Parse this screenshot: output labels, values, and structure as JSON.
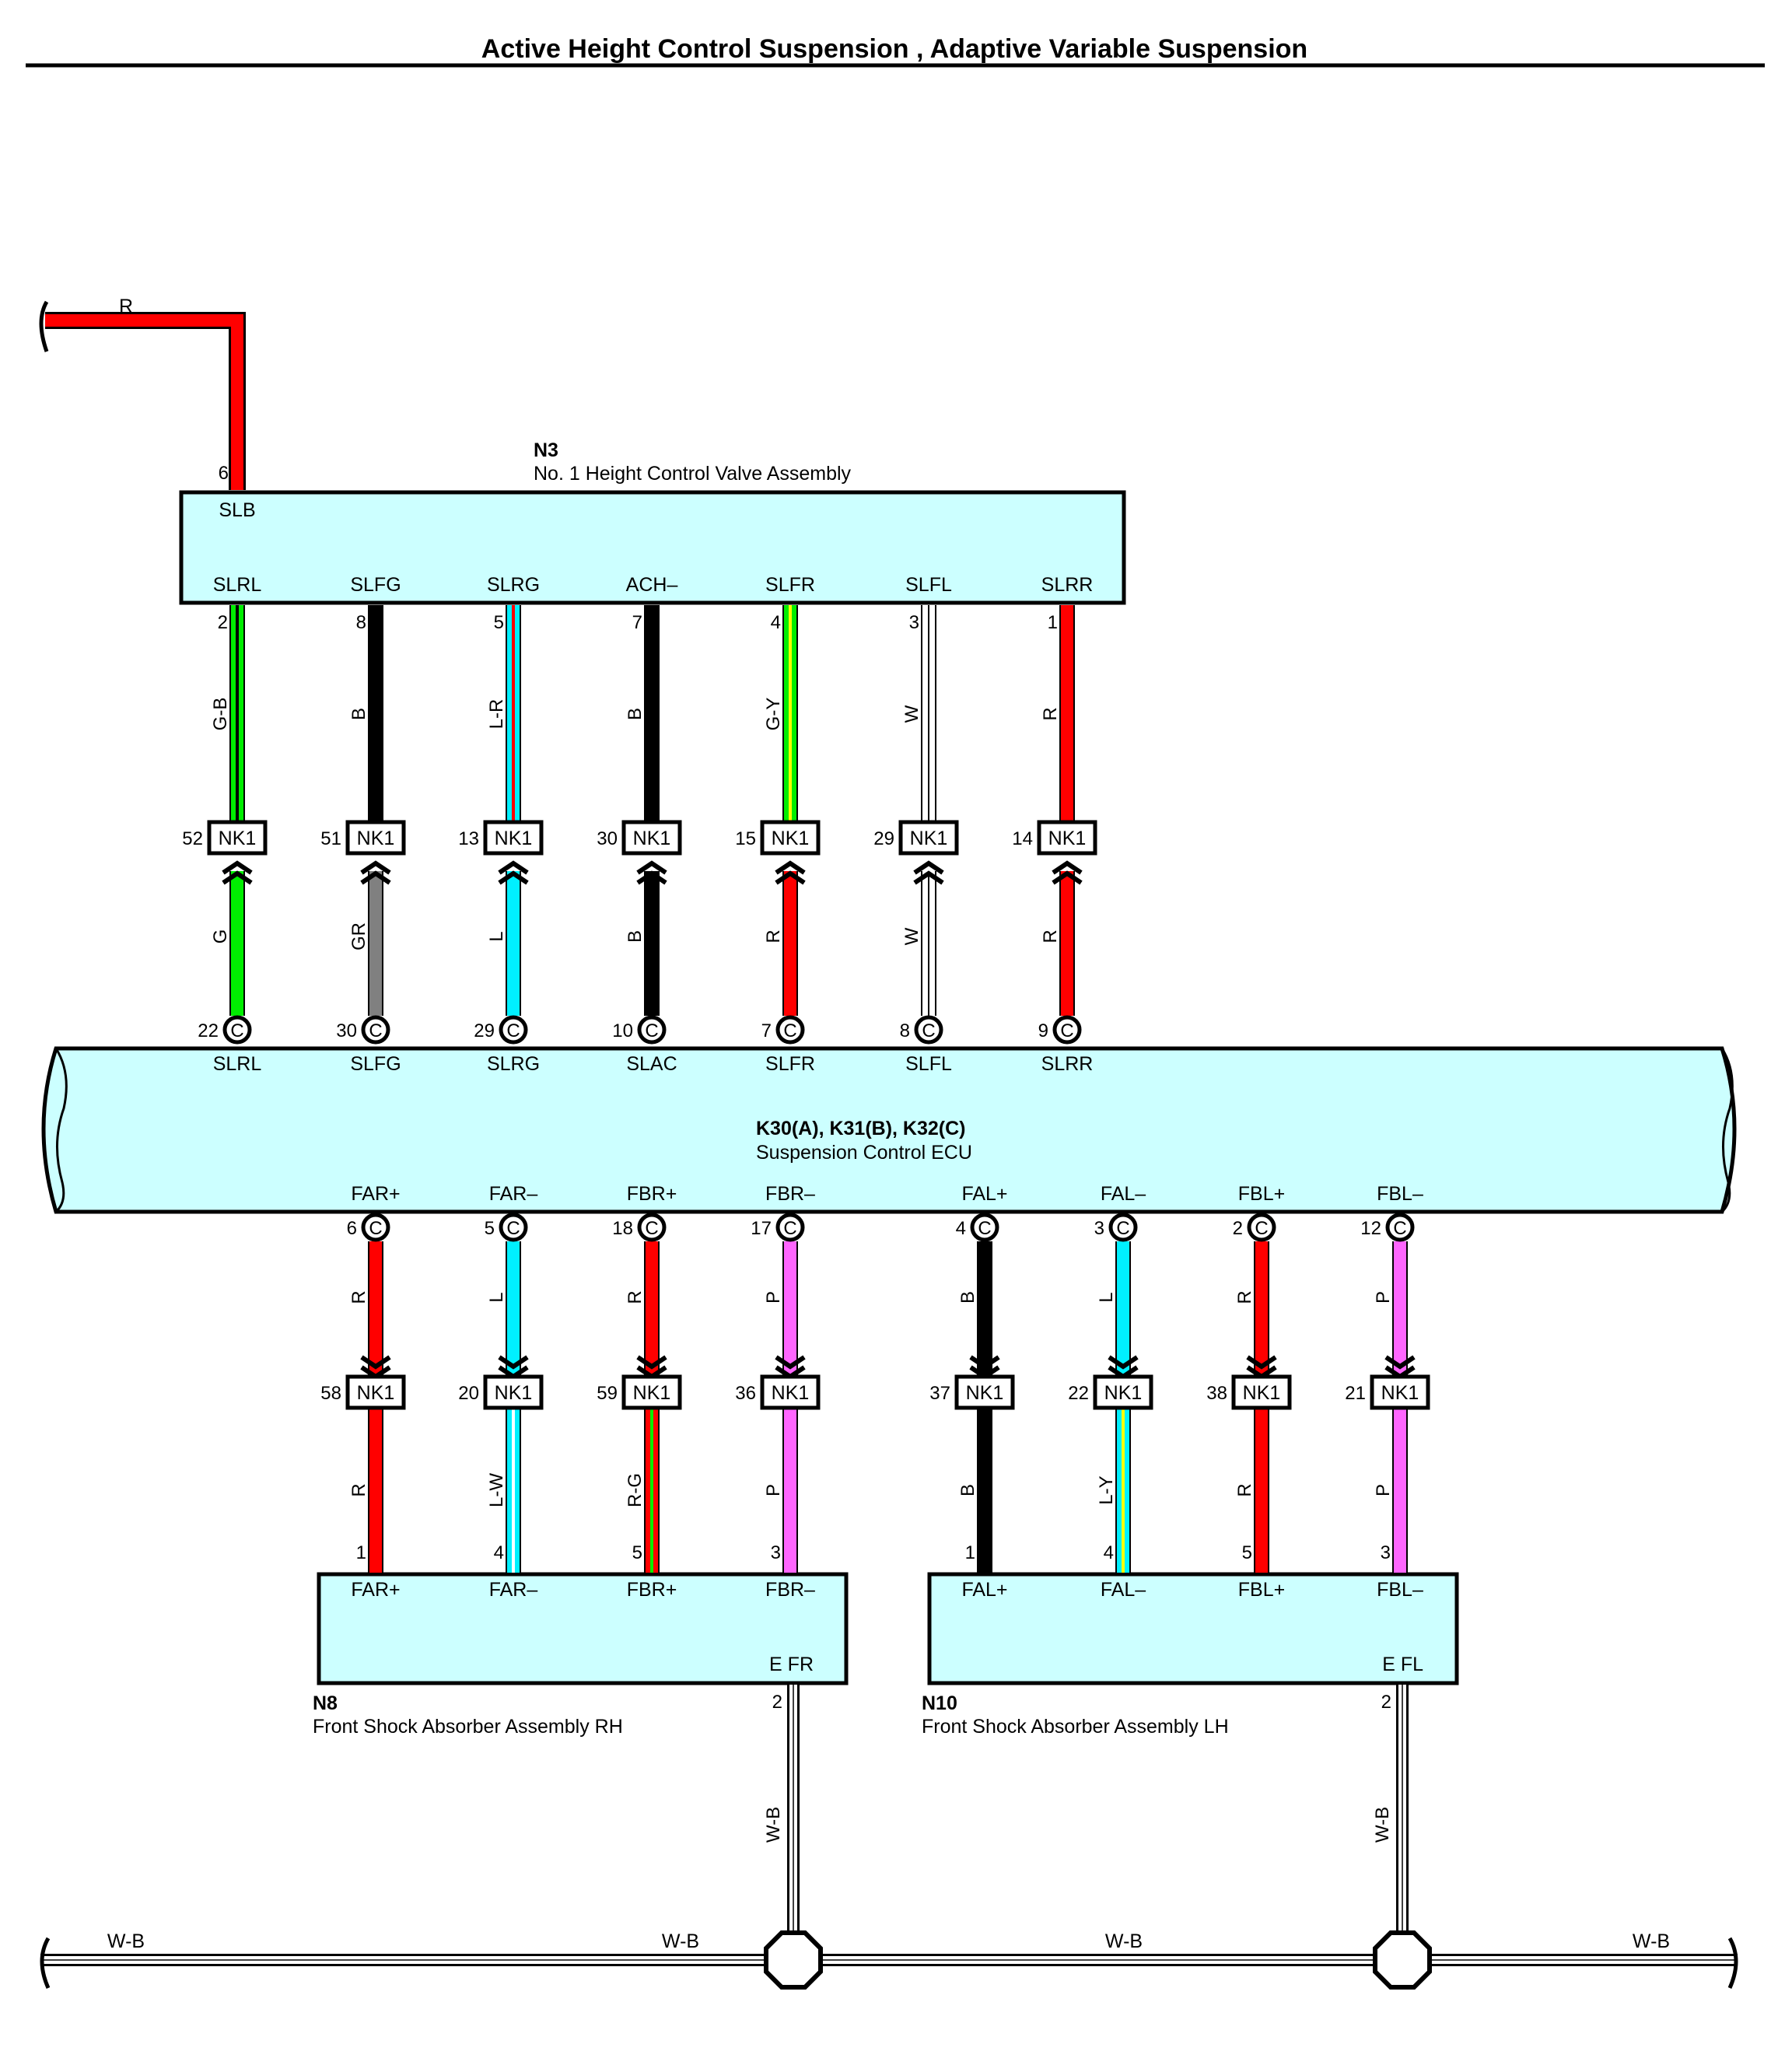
{
  "title": "Active Height Control Suspension , Adaptive Variable Suspension",
  "power_wire": {
    "color_code": "R",
    "pin": "6",
    "terminal": "SLB"
  },
  "colors": {
    "R": "#ff0000",
    "B": "#000000",
    "W": "#ffffff",
    "G": "#00ee00",
    "L": "#00f0ff",
    "GR": "#808080",
    "P": "#ff66ff",
    "Y": "#ffff00",
    "box_fill": "#ccffff"
  },
  "components": {
    "n3": {
      "code": "N3",
      "name": "No. 1 Height Control Valve Assembly"
    },
    "ecu": {
      "code": "K30(A), K31(B), K32(C)",
      "name": "Suspension Control ECU"
    },
    "n8": {
      "code": "N8",
      "name": "Front Shock Absorber Assembly RH",
      "ground_terminal": "E FR",
      "ground_pin": "2"
    },
    "n10": {
      "code": "N10",
      "name": "Front Shock Absorber Assembly LH",
      "ground_terminal": "E FL",
      "ground_pin": "2"
    }
  },
  "upper_circuits": [
    {
      "n3_terminal": "SLRL",
      "n3_pin": "2",
      "wire_top": "G-B",
      "nk_pin": "52",
      "connector": "NK1",
      "wire_bottom": "G",
      "ecu_pin": "22",
      "ecu_conn": "C",
      "ecu_terminal": "SLRL"
    },
    {
      "n3_terminal": "SLFG",
      "n3_pin": "8",
      "wire_top": "B",
      "nk_pin": "51",
      "connector": "NK1",
      "wire_bottom": "GR",
      "ecu_pin": "30",
      "ecu_conn": "C",
      "ecu_terminal": "SLFG"
    },
    {
      "n3_terminal": "SLRG",
      "n3_pin": "5",
      "wire_top": "L-R",
      "nk_pin": "13",
      "connector": "NK1",
      "wire_bottom": "L",
      "ecu_pin": "29",
      "ecu_conn": "C",
      "ecu_terminal": "SLRG"
    },
    {
      "n3_terminal": "ACH–",
      "n3_pin": "7",
      "wire_top": "B",
      "nk_pin": "30",
      "connector": "NK1",
      "wire_bottom": "B",
      "ecu_pin": "10",
      "ecu_conn": "C",
      "ecu_terminal": "SLAC"
    },
    {
      "n3_terminal": "SLFR",
      "n3_pin": "4",
      "wire_top": "G-Y",
      "nk_pin": "15",
      "connector": "NK1",
      "wire_bottom": "R",
      "ecu_pin": "7",
      "ecu_conn": "C",
      "ecu_terminal": "SLFR"
    },
    {
      "n3_terminal": "SLFL",
      "n3_pin": "3",
      "wire_top": "W",
      "nk_pin": "29",
      "connector": "NK1",
      "wire_bottom": "W",
      "ecu_pin": "8",
      "ecu_conn": "C",
      "ecu_terminal": "SLFL"
    },
    {
      "n3_terminal": "SLRR",
      "n3_pin": "1",
      "wire_top": "R",
      "nk_pin": "14",
      "connector": "NK1",
      "wire_bottom": "R",
      "ecu_pin": "9",
      "ecu_conn": "C",
      "ecu_terminal": "SLRR"
    }
  ],
  "lower_circuits": [
    {
      "ecu_terminal": "FAR+",
      "ecu_pin": "6",
      "ecu_conn": "C",
      "wire_top": "R",
      "nk_pin": "58",
      "connector": "NK1",
      "wire_bottom": "R",
      "abs_pin": "1",
      "abs_terminal": "FAR+"
    },
    {
      "ecu_terminal": "FAR–",
      "ecu_pin": "5",
      "ecu_conn": "C",
      "wire_top": "L",
      "nk_pin": "20",
      "connector": "NK1",
      "wire_bottom": "L-W",
      "abs_pin": "4",
      "abs_terminal": "FAR–"
    },
    {
      "ecu_terminal": "FBR+",
      "ecu_pin": "18",
      "ecu_conn": "C",
      "wire_top": "R",
      "nk_pin": "59",
      "connector": "NK1",
      "wire_bottom": "R-G",
      "abs_pin": "5",
      "abs_terminal": "FBR+"
    },
    {
      "ecu_terminal": "FBR–",
      "ecu_pin": "17",
      "ecu_conn": "C",
      "wire_top": "P",
      "nk_pin": "36",
      "connector": "NK1",
      "wire_bottom": "P",
      "abs_pin": "3",
      "abs_terminal": "FBR–"
    },
    {
      "ecu_terminal": "FAL+",
      "ecu_pin": "4",
      "ecu_conn": "C",
      "wire_top": "B",
      "nk_pin": "37",
      "connector": "NK1",
      "wire_bottom": "B",
      "abs_pin": "1",
      "abs_terminal": "FAL+"
    },
    {
      "ecu_terminal": "FAL–",
      "ecu_pin": "3",
      "ecu_conn": "C",
      "wire_top": "L",
      "nk_pin": "22",
      "connector": "NK1",
      "wire_bottom": "L-Y",
      "abs_pin": "4",
      "abs_terminal": "FAL–"
    },
    {
      "ecu_terminal": "FBL+",
      "ecu_pin": "2",
      "ecu_conn": "C",
      "wire_top": "R",
      "nk_pin": "38",
      "connector": "NK1",
      "wire_bottom": "R",
      "abs_pin": "5",
      "abs_terminal": "FBL+"
    },
    {
      "ecu_terminal": "FBL–",
      "ecu_pin": "12",
      "ecu_conn": "C",
      "wire_top": "P",
      "nk_pin": "21",
      "connector": "NK1",
      "wire_bottom": "P",
      "abs_pin": "3",
      "abs_terminal": "FBL–"
    }
  ],
  "ground": {
    "drop_wire": "W-B",
    "bus_labels": [
      "W-B",
      "W-B",
      "W-B",
      "W-B"
    ]
  }
}
